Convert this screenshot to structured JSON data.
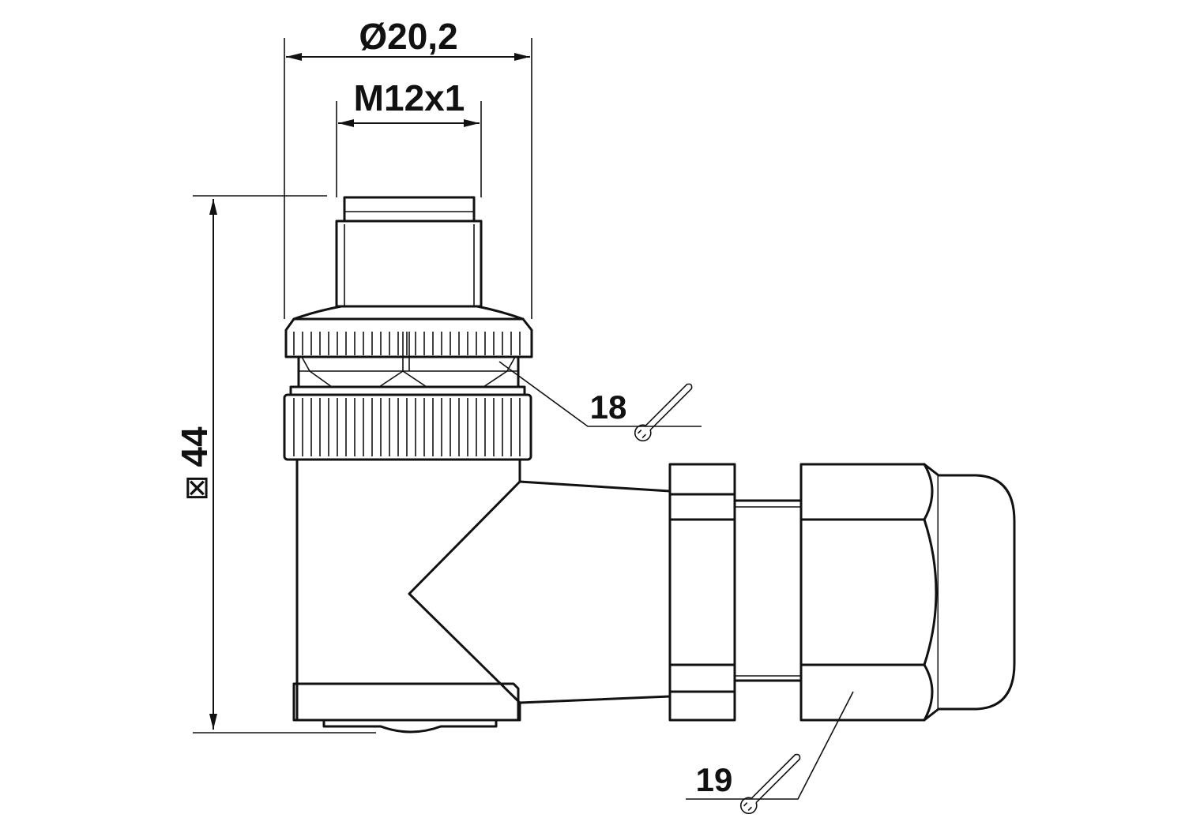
{
  "dimensions": {
    "outer_diameter": "Ø20,2",
    "thread": "M12x1",
    "height": "44",
    "height_symbol": "⊠"
  },
  "callouts": {
    "nut_wrench_size": "18",
    "gland_wrench_size": "19"
  },
  "icons": [
    "wrench-icon",
    "wrench-icon"
  ]
}
